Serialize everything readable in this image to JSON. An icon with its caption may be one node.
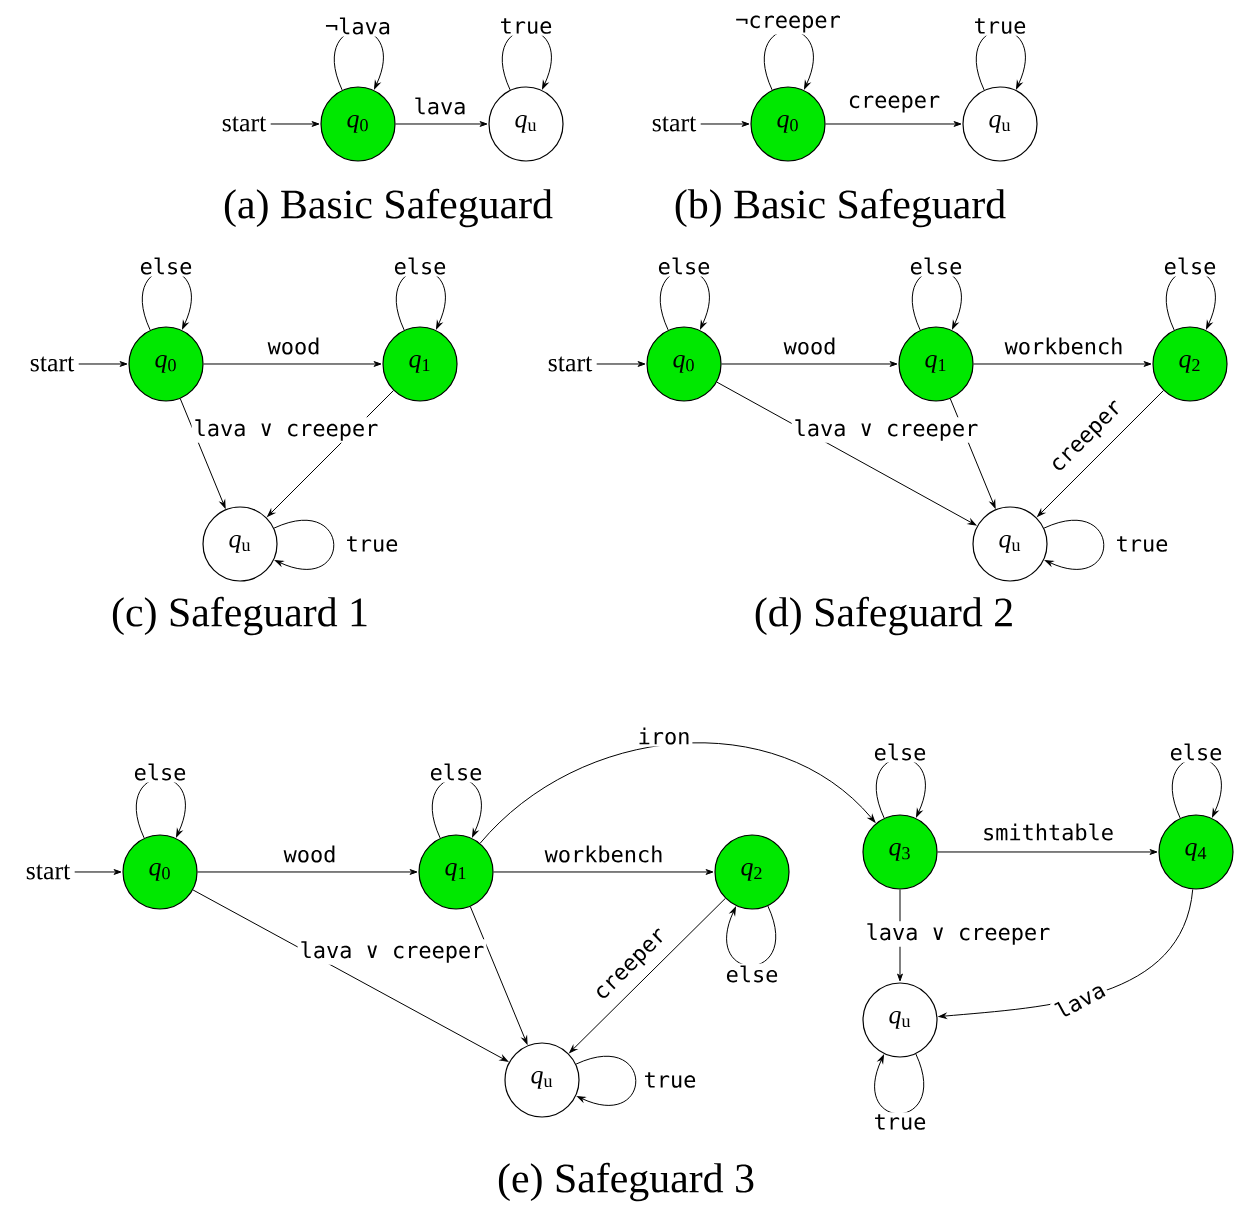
{
  "diagram": {
    "nodes": [
      {
        "text": [
          "start"
        ]
      },
      {
        "text": [
          "*q*$_{0}$"
        ]
      },
      {
        "text": [
          "*q*$_{u}$"
        ]
      },
      {
        "text": [
          "start"
        ]
      },
      {
        "text": [
          "*q*$_{0}$"
        ]
      },
      {
        "text": [
          "*q*$_{u}$"
        ]
      },
      {
        "text": [
          "start"
        ]
      },
      {
        "text": [
          "*q*$_{0}$"
        ]
      },
      {
        "text": [
          "*q*$_{1}$"
        ]
      },
      {
        "text": [
          "*q*$_{u}$"
        ]
      },
      {
        "text": [
          "start"
        ]
      },
      {
        "text": [
          "*q*$_{0}$"
        ]
      },
      {
        "text": [
          "*q*$_{1}$"
        ]
      },
      {
        "text": [
          "*q*$_{2}$"
        ]
      },
      {
        "text": [
          "*q*$_{u}$"
        ]
      },
      {
        "text": [
          "start"
        ]
      },
      {
        "text": [
          "*q*$_{0}$"
        ]
      },
      {
        "text": [
          "*q*$_{1}$"
        ]
      },
      {
        "text": [
          "*q*$_{2}$"
        ]
      },
      {
        "text": [
          "*q*$_{u}$"
        ]
      },
      {
        "text": [
          "*q*$_{3}$"
        ]
      },
      {
        "text": [
          "*q*$_{4}$"
        ]
      },
      {
        "text": [
          "*q*$_{u}$"
        ]
      }
    ],
    "edges": [
      {
        "from": 0,
        "to": 1,
        "arrow": "to"
      },
      {
        "from": 1,
        "to": 1,
        "arrow": "to",
        "label": "¬lava"
      },
      {
        "from": 1,
        "to": 2,
        "arrow": "to",
        "label": "lava"
      },
      {
        "from": 2,
        "to": 2,
        "arrow": "to",
        "label": "true"
      },
      {
        "from": 3,
        "to": 4,
        "arrow": "to"
      },
      {
        "from": 4,
        "to": 4,
        "arrow": "to",
        "label": "¬creeper"
      },
      {
        "from": 4,
        "to": 5,
        "arrow": "to",
        "label": "creeper"
      },
      {
        "from": 5,
        "to": 5,
        "arrow": "to",
        "label": "true"
      },
      {
        "from": 6,
        "to": 7,
        "arrow": "to"
      },
      {
        "from": 7,
        "to": 7,
        "arrow": "to",
        "label": "else"
      },
      {
        "from": 7,
        "to": 8,
        "arrow": "to",
        "label": "wood"
      },
      {
        "from": 8,
        "to": 8,
        "arrow": "to",
        "label": "else"
      },
      {
        "from": 7,
        "to": 9,
        "arrow": "to",
        "label": "lava ∨ creeper"
      },
      {
        "from": 8,
        "to": 9,
        "arrow": "to"
      },
      {
        "from": 9,
        "to": 9,
        "arrow": "to",
        "label": "true"
      },
      {
        "from": 10,
        "to": 11,
        "arrow": "to"
      },
      {
        "from": 11,
        "to": 11,
        "arrow": "to",
        "label": "else"
      },
      {
        "from": 11,
        "to": 12,
        "arrow": "to",
        "label": "wood"
      },
      {
        "from": 12,
        "to": 12,
        "arrow": "to",
        "label": "else"
      },
      {
        "from": 12,
        "to": 13,
        "arrow": "to",
        "label": "workbench"
      },
      {
        "from": 13,
        "to": 13,
        "arrow": "to",
        "label": "else"
      },
      {
        "from": 11,
        "to": 14,
        "arrow": "to",
        "label": "lava ∨ creeper"
      },
      {
        "from": 12,
        "to": 14,
        "arrow": "to"
      },
      {
        "from": 13,
        "to": 14,
        "arrow": "to",
        "label": "creeper"
      },
      {
        "from": 14,
        "to": 14,
        "arrow": "to",
        "label": "true"
      },
      {
        "from": 15,
        "to": 16,
        "arrow": "to"
      },
      {
        "from": 16,
        "to": 16,
        "arrow": "to",
        "label": "else"
      },
      {
        "from": 16,
        "to": 17,
        "arrow": "to",
        "label": "wood"
      },
      {
        "from": 17,
        "to": 17,
        "arrow": "to",
        "label": "else"
      },
      {
        "from": 17,
        "to": 18,
        "arrow": "to",
        "label": "workbench"
      },
      {
        "from": 18,
        "to": 18,
        "arrow": "to",
        "label": "else"
      },
      {
        "from": 16,
        "to": 19,
        "arrow": "to",
        "label": "lava ∨ creeper"
      },
      {
        "from": 17,
        "to": 19,
        "arrow": "to"
      },
      {
        "from": 18,
        "to": 19,
        "arrow": "to",
        "label": "creeper"
      },
      {
        "from": 19,
        "to": 19,
        "arrow": "to",
        "label": "true"
      },
      {
        "from": 17,
        "to": 20,
        "arrow": "to",
        "label": "iron"
      },
      {
        "from": 20,
        "to": 20,
        "arrow": "to",
        "label": "else"
      },
      {
        "from": 20,
        "to": 21,
        "arrow": "to",
        "label": "smithtable"
      },
      {
        "from": 21,
        "to": 21,
        "arrow": "to",
        "label": "else"
      },
      {
        "from": 20,
        "to": 22,
        "arrow": "to",
        "label": "lava ∨ creeper"
      },
      {
        "from": 22,
        "to": 22,
        "arrow": "to",
        "label": "true"
      },
      {
        "from": 21,
        "to": 22,
        "arrow": "to",
        "label": "lava"
      }
    ],
    "labels": [
      "(a) Basic Safeguard",
      "(b) Basic Safeguard",
      "(c) Safeguard 1",
      "(d) Safeguard 2",
      "(e) Safeguard 3"
    ]
  }
}
